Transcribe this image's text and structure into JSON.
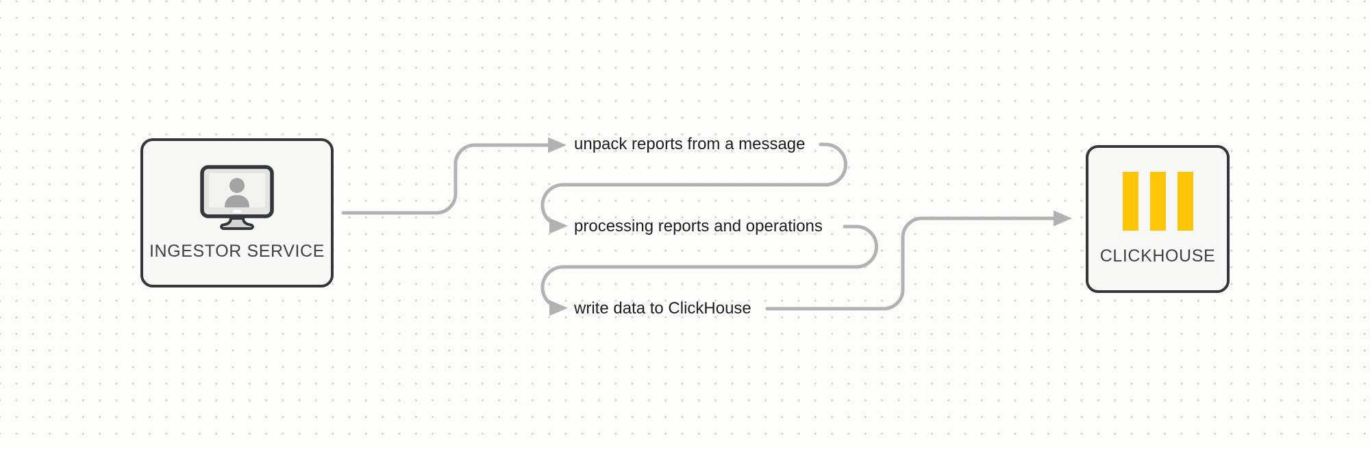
{
  "diagram": {
    "type": "flow-diagram",
    "background": "#fcfcfb",
    "dot_grid_color": "#d9d8d6",
    "arrow_color": "#b2b2b2"
  },
  "nodes": {
    "ingestor": {
      "title": "INGESTOR SERVICE",
      "icon": "user-monitor-icon",
      "fill": "#f8f8f7",
      "border": "#33363b"
    },
    "clickhouse": {
      "title": "CLICKHOUSE",
      "icon": "clickhouse-logo-icon",
      "logo_color": "#fdc408",
      "fill": "#f8f8f7",
      "border": "#33363b"
    }
  },
  "steps": [
    {
      "label": "unpack reports from a message"
    },
    {
      "label": "processing reports and operations"
    },
    {
      "label": "write data to ClickHouse"
    }
  ],
  "flow": {
    "from": "INGESTOR SERVICE",
    "to": "CLICKHOUSE",
    "order": [
      "unpack reports from a message",
      "processing reports and operations",
      "write data to ClickHouse"
    ]
  }
}
